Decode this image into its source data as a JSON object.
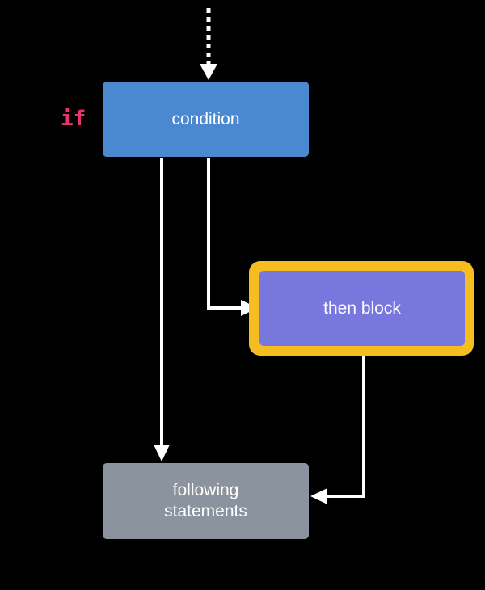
{
  "keyword": "if",
  "nodes": {
    "condition": "condition",
    "then_block": "then block",
    "following": [
      "following",
      "statements"
    ]
  },
  "colors": {
    "background": "#000000",
    "condition_fill": "#4a88cf",
    "then_fill": "#7777de",
    "then_highlight": "#f5bd1f",
    "following_fill": "#8b949e",
    "keyword": "#e8336e",
    "arrows": "#ffffff"
  }
}
